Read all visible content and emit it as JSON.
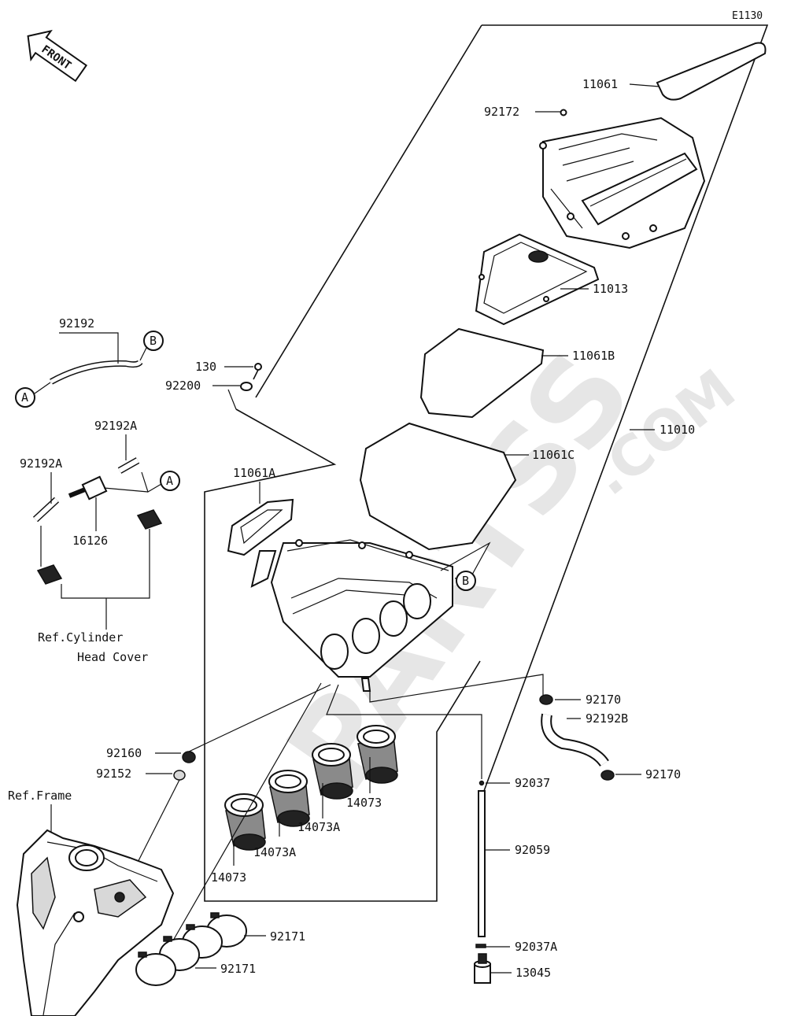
{
  "diagram_code": "E1130",
  "front_label": "FRONT",
  "watermark": {
    "main": "PARTSS",
    "suffix": ".COM"
  },
  "callouts": {
    "a": "A",
    "b": "B"
  },
  "references": {
    "cylinder_head_cover_line1": "Ref.Cylinder",
    "cylinder_head_cover_line2": "Head Cover",
    "frame": "Ref.Frame"
  },
  "part_numbers": {
    "p11061": "11061",
    "p92172": "92172",
    "p11013": "11013",
    "p11061B": "11061B",
    "p11010": "11010",
    "p11061C": "11061C",
    "p11061A": "11061A",
    "p130": "130",
    "p92200": "92200",
    "p92192": "92192",
    "p92192A_top": "92192A",
    "p92192A_left": "92192A",
    "p16126": "16126",
    "p92170_top": "92170",
    "p92192B": "92192B",
    "p92170_bottom": "92170",
    "p92160": "92160",
    "p92152": "92152",
    "p92037": "92037",
    "p92059": "92059",
    "p92037A": "92037A",
    "p13045": "13045",
    "p14073_right": "14073",
    "p14073A_right": "14073A",
    "p14073A_left": "14073A",
    "p14073_left": "14073",
    "p92171_top": "92171",
    "p92171_bottom": "92171"
  }
}
